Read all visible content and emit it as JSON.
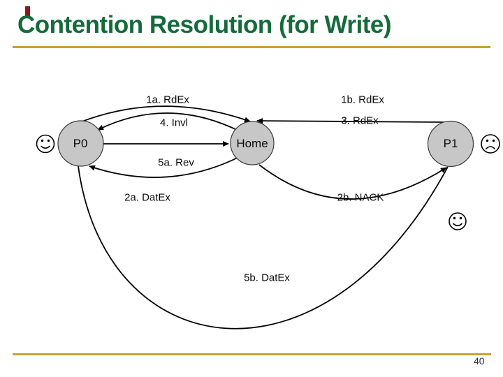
{
  "slide": {
    "title": "Contention Resolution (for Write)",
    "page_number": "40"
  },
  "diagram": {
    "nodes": {
      "p0": "P0",
      "home": "Home",
      "p1": "P1"
    },
    "edge_labels": {
      "e1a": "1a. RdEx",
      "e4": "4. Invl",
      "e5a": "5a. Rev",
      "e2a": "2a. DatEx",
      "e1b": "1b. RdEx",
      "e3": "3. RdEx",
      "e2b": "2b. NACK",
      "e5b": "5b. DatEx"
    },
    "faces": {
      "left_of_p0": "happy-face",
      "right_of_p1": "sad-face",
      "below_p1": "happy-face"
    }
  },
  "colors": {
    "title_green": "#156A3C",
    "rule_gold": "#C7A22B",
    "node_fill": "#C7C7C7",
    "node_stroke": "#3A3A3A",
    "edge_black": "#000000",
    "corner_red": "#8D1A15"
  }
}
